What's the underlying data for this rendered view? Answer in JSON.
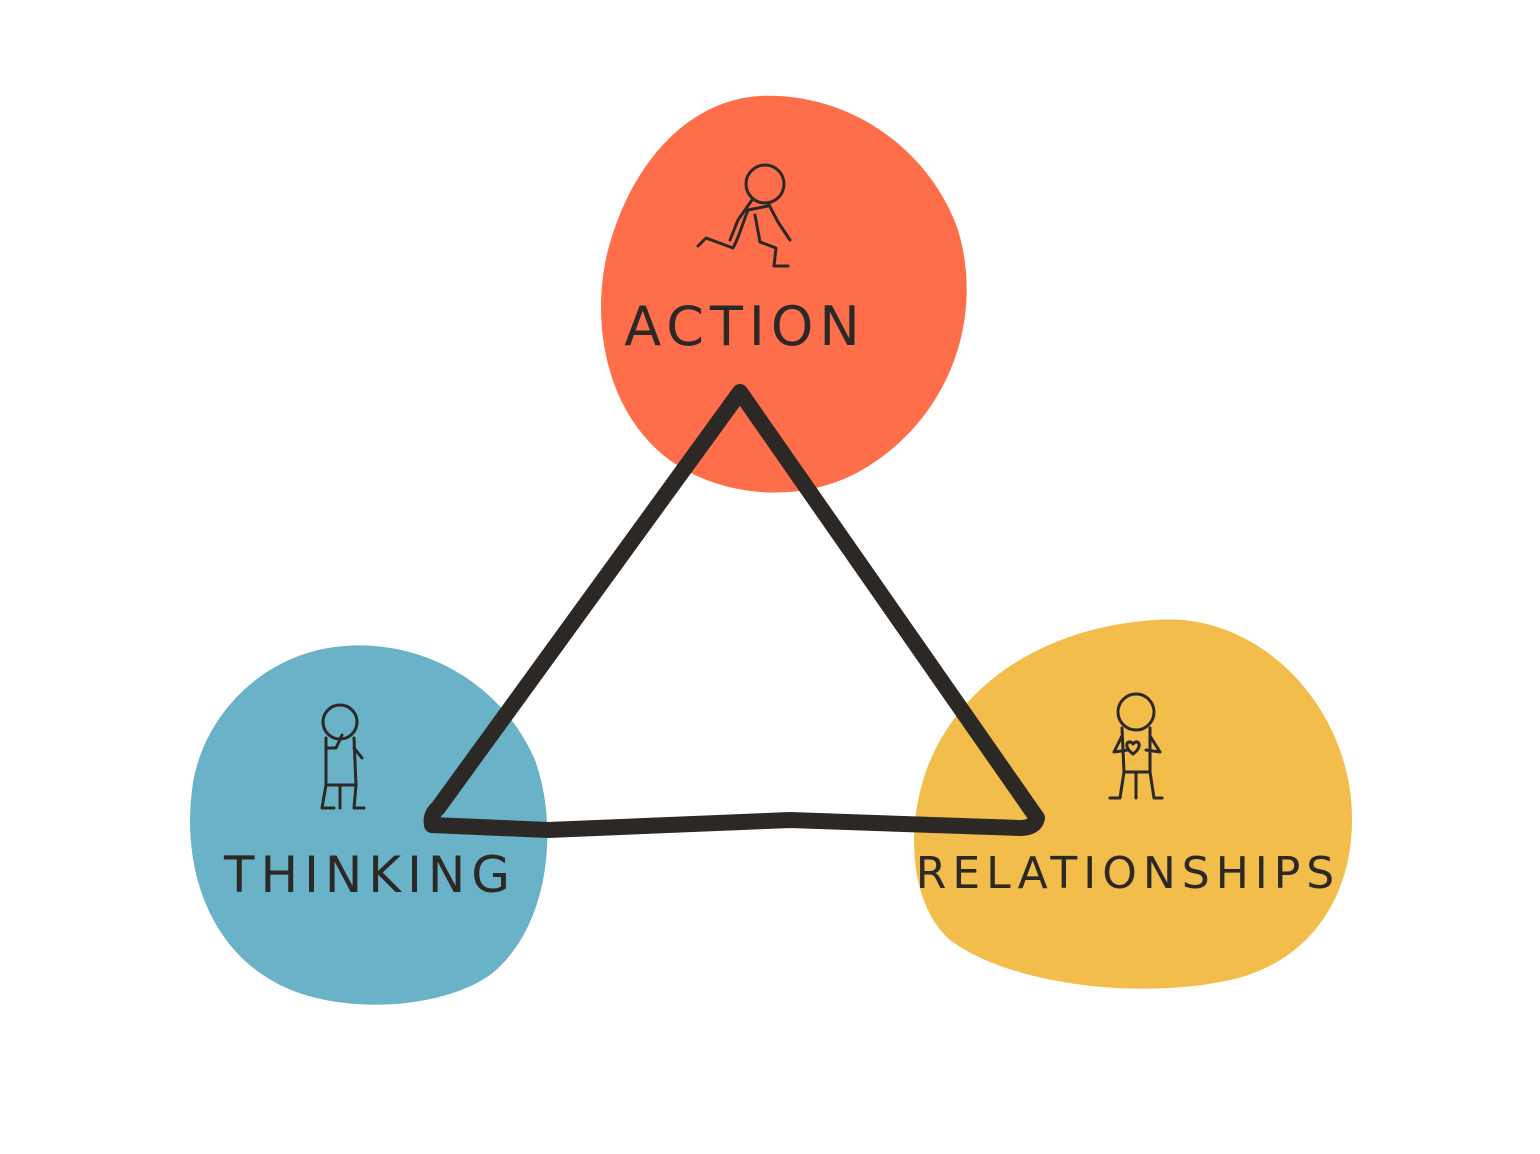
{
  "nodes": [
    {
      "id": "action",
      "label": "ACTION",
      "color": "#ff6e4a",
      "icon": "running-person-icon"
    },
    {
      "id": "thinking",
      "label": "THINKING",
      "color": "#69b2c8",
      "icon": "thinking-person-icon"
    },
    {
      "id": "relationships",
      "label": "RELATIONSHIPS",
      "color": "#f2bd4b",
      "icon": "person-with-heart-icon"
    }
  ],
  "connector": {
    "shape": "triangle",
    "color": "#2b2825"
  }
}
